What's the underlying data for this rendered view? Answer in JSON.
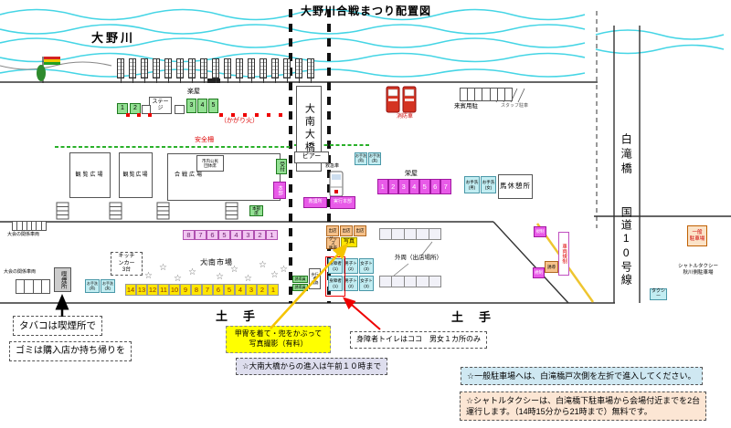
{
  "title": "大野川合戦まつり配置図",
  "river": "大野川",
  "dainan_bridge": "大南大橋",
  "shirataki_bridge": "白滝橋",
  "route10": "国道10号線",
  "stage": {
    "label": "ステージ",
    "gakuya": "楽屋",
    "left_nums": [
      "1",
      "2"
    ],
    "right_nums": [
      "3",
      "4",
      "5"
    ],
    "kagaribi": "（かがり火）"
  },
  "fence_label": "安全柵",
  "fire_truck_label": "消防車",
  "ambulance_label": "救急車",
  "vip_parking_label": "来賓用駐",
  "staff_parking_label": "スタッフ駐車",
  "plaza1": "観覧広場",
  "plaza2": "観覧広場",
  "plaza3": "合戦広場",
  "plaza3_sub": [
    "市内公民",
    "団体席"
  ],
  "post_uketsuke": "受付",
  "post_honbu": "本部",
  "post_honbuseki": "本部席",
  "pier": "ピアー",
  "toilets_top": [
    [
      "お手洗",
      "(男)"
    ],
    [
      "お手洗",
      "(女)"
    ]
  ],
  "sakaeya": {
    "label": "栄屋",
    "numbers": [
      "1",
      "2",
      "3",
      "4",
      "5",
      "6",
      "7"
    ]
  },
  "toilets_mid": [
    [
      "お手洗",
      "(男)"
    ],
    [
      "お手洗",
      "(女)"
    ]
  ],
  "horse_rest": "馬休憩所",
  "first_aid": "救護所",
  "hq": "実行本部",
  "parking_left1": "大会の関係車両",
  "parking_left2": "大会の関係車両",
  "smoking": "喫煙所",
  "kitchen_car": [
    "キッチ",
    "ンカー",
    "3台"
  ],
  "pink_numbers": [
    "8",
    "7",
    "6",
    "5",
    "4",
    "3",
    "2",
    "1"
  ],
  "market": "大南市場",
  "yellow_numbers": [
    "14",
    "13",
    "12",
    "11",
    "10",
    "9",
    "8",
    "7",
    "6",
    "5",
    "4",
    "3",
    "2",
    "1"
  ],
  "toilets_street": [
    [
      "お手洗",
      "(男)"
    ],
    [
      "お手洗",
      "(女)"
    ]
  ],
  "dote_left": "土　手",
  "dote_right": "土　手",
  "stalls": {
    "top": [
      "出店",
      "出店",
      "出店"
    ],
    "goods": [
      "グッズ",
      "販売"
    ],
    "photo": "写真"
  },
  "toilet_grid": [
    [
      [
        "身障者",
        "(1)"
      ],
      [
        "男子ト",
        "(2)"
      ],
      [
        "女子ト",
        "(3)"
      ]
    ],
    [
      [
        "身障者",
        "(1)"
      ],
      [
        "男子ト",
        "(2)"
      ],
      [
        "女子ト",
        "(3)"
      ]
    ]
  ],
  "perimeter_label": "外周（出店場所）",
  "bridge_foot": {
    "g1": "誘導員",
    "g2": "誘導員",
    "walk": [
      "歩行者",
      "通路"
    ]
  },
  "right_cluster": {
    "m1": "規制",
    "v": "車両規制",
    "o1": "誘導",
    "m2": "規制"
  },
  "general_parking": [
    "一般",
    "駐車場"
  ],
  "shuttle_stand": [
    "シャトルタクシー",
    "秋川側駐車場"
  ],
  "taxi": "タクシー",
  "notes": {
    "smoke": "タバコは喫煙所で",
    "trash": "ゴミは購入店か持ち帰りを",
    "photo": [
      "甲冑を着て・兜をかぶって",
      "写真撮影（有料）"
    ],
    "toilet": "身障者トイレはココ　男女１カ所のみ",
    "bridge": "☆大南大橋からの進入は午前１０時まで",
    "parking": "☆一般駐車場へは、白滝橋戸次側を左折で進入してください。",
    "shuttle": [
      "☆シャトルタクシーは、白滝橋下駐車場から会場付近までを2台",
      "運行します。（14時15分から21時まで）無料です。"
    ]
  }
}
